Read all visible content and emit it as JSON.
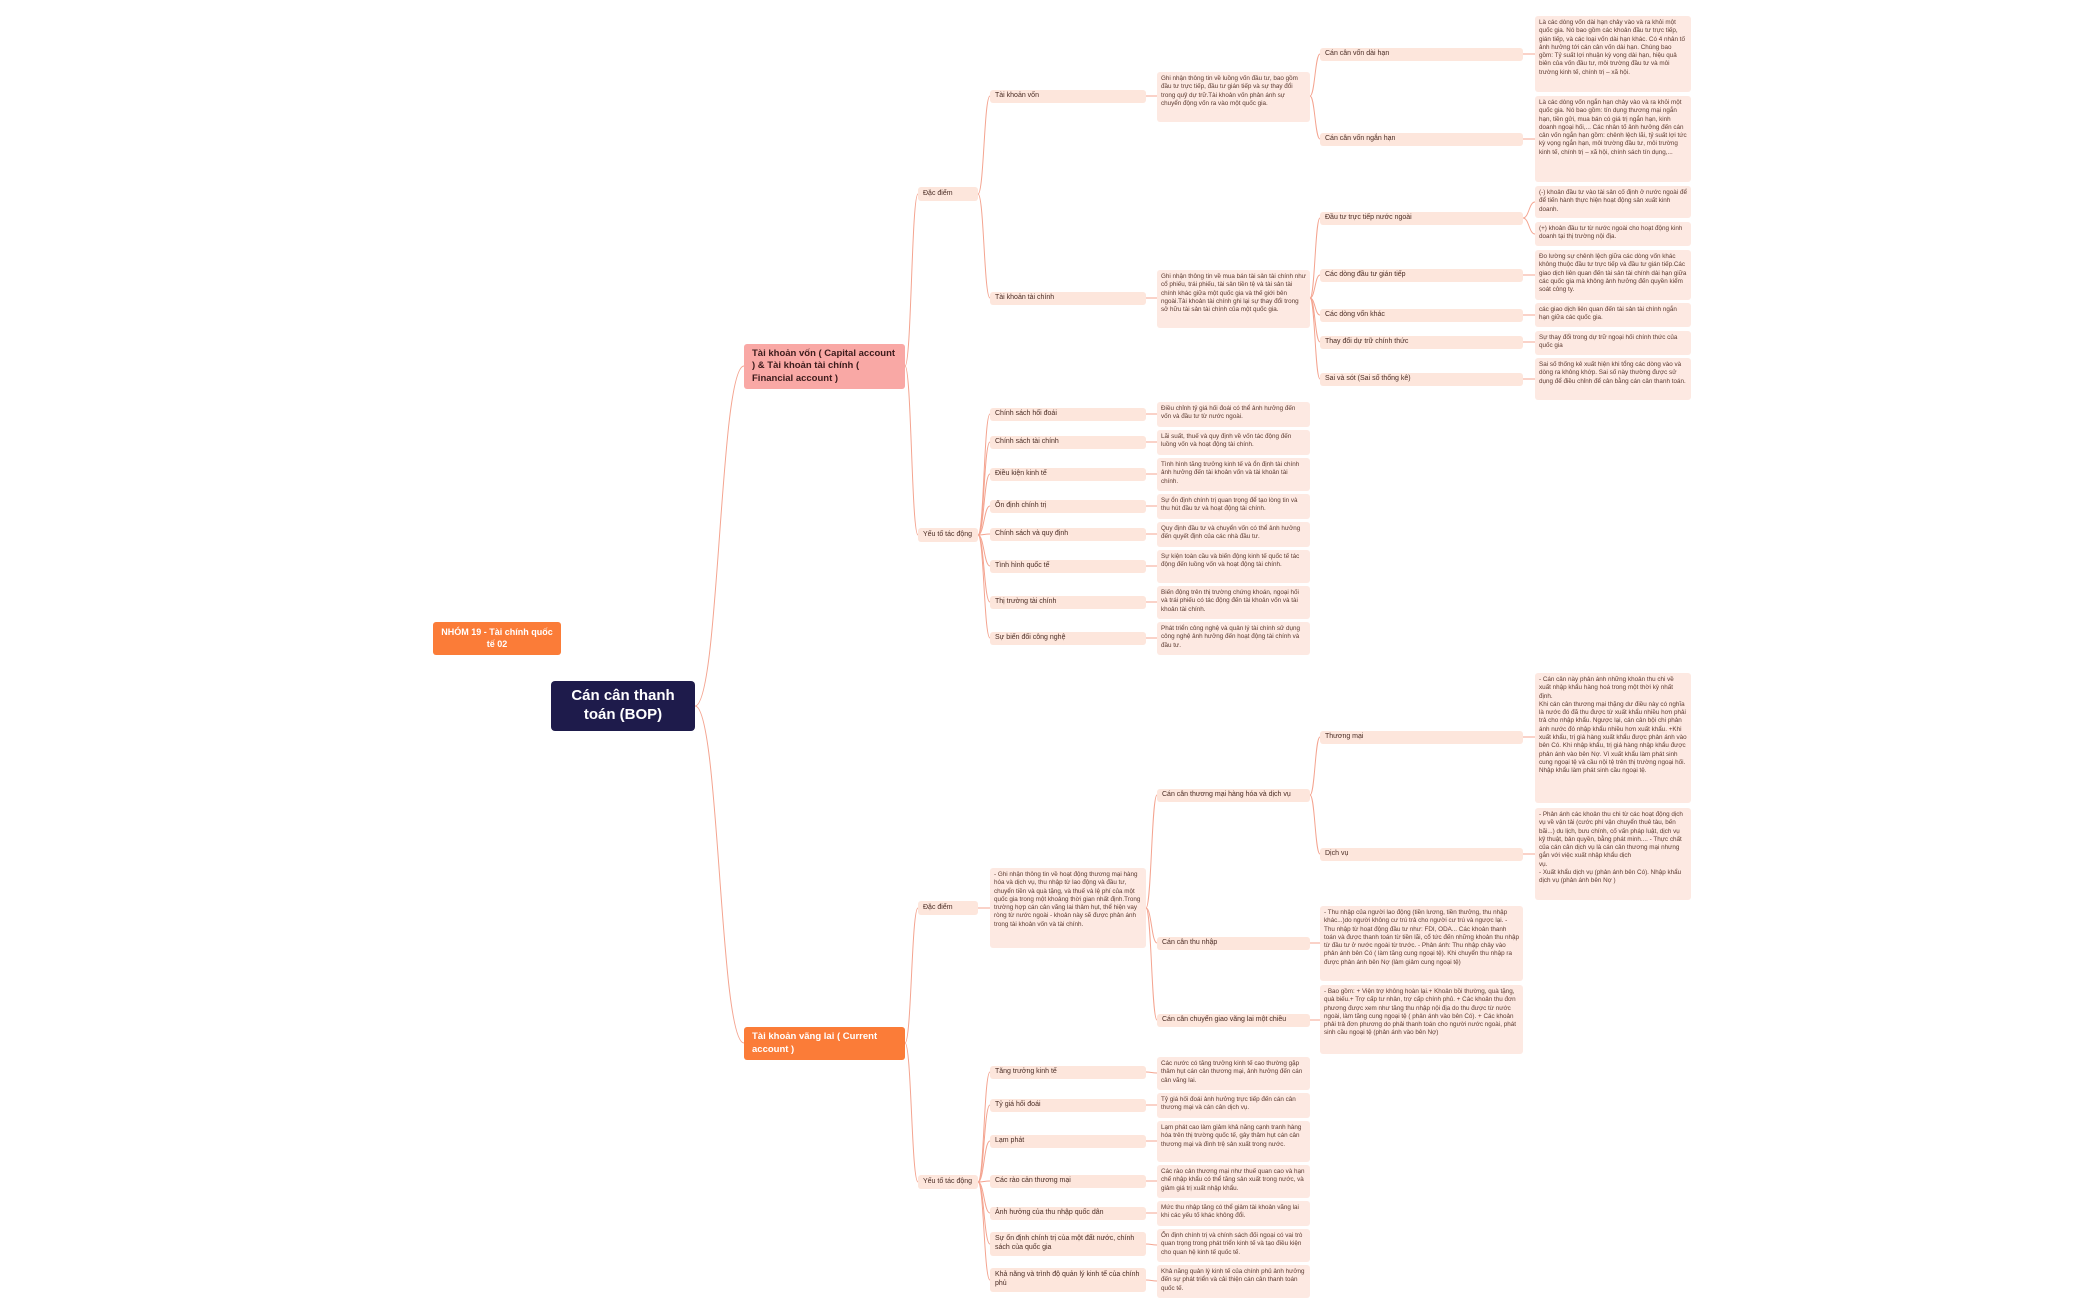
{
  "group_label": "NHÓM 19 - Tài chính quốc tế 02",
  "root_label": "Cán cân thanh toán (BOP)",
  "capital": {
    "title": "Tài khoản vốn ( Capital account ) & Tài khoản tài chính ( Financial account )",
    "dac_diem": "Đặc điểm",
    "tk_von": "Tài khoản vốn",
    "tk_von_desc": " Ghi nhận thông tin về luồng vốn đầu tư, bao gồm đầu tư trực tiếp, đầu tư gián tiếp và sự thay đổi trong quỹ dự trữ.Tài khoản vốn phản ánh sự chuyển động vốn ra vào một quốc gia.",
    "dai_han": "Cán cân vốn dài hạn",
    "dai_han_desc": "Là các dòng vốn dài hạn chảy vào và ra khỏi một quốc gia. Nó bao gồm các khoản đầu tư trực tiếp, gián tiếp, và các loại vốn dài hạn khác. Có 4 nhân tố ảnh hưởng tới cán cân vốn dài hạn. Chúng bao gồm: Tỷ suất lợi nhuận kỳ vọng dài hạn, hiệu quả biên của vốn đầu tư, môi trường đầu tư và môi trường kinh tế, chính trị – xã hội.",
    "ngan_han": "Cán cân vốn ngắn hạn",
    "ngan_han_desc": " Là các dòng vốn ngắn hạn chảy vào và ra khỏi một quốc gia. Nó bao gồm: tín dụng thương mại ngắn hạn, tiền gửi, mua bán có giá trị ngắn hạn, kinh doanh ngoại hối,... Các nhân tố ảnh hưởng đến cán cân vốn ngắn hạn gồm: chênh lệch lãi, tỷ suất lợi tức kỳ vọng ngắn hạn, môi trường đầu tư, môi trường kinh tế, chính trị – xã hội, chính sách tín dụng,...",
    "tk_tai_chinh": "Tài khoản tài chính",
    "tk_tai_chinh_desc": "Ghi nhận thông tin về mua bán tài sản tài chính như cổ phiếu, trái phiếu, tài sản tiền tệ và tài sản tài chính khác giữa một quốc gia và thế giới bên ngoài.Tài khoản tài chính ghi lại sự thay đổi trong sở hữu tài sản tài chính của một quốc gia.",
    "fdi": "Đầu tư trực tiếp nước ngoài",
    "fdi_desc_1": "(-) khoản đầu tư vào tài sản cố định ở nước ngoài để để tiến hành thực hiện hoạt động sản xuất kinh doanh.",
    "fdi_desc_2": "(+) khoản đầu tư từ nước ngoài cho hoạt động kinh doanh tại thị trường nội địa.",
    "gian_tiep": "Các dòng đầu tư gián tiếp",
    "gian_tiep_desc": "Đo lường sự chênh lệch giữa các dòng vốn khác không thuộc đầu tư trực tiếp và đầu tư gián tiếp.Các giao dịch liên quan đến tài sản tài chính dài hạn giữa các quốc gia mà không ảnh hưởng đến quyền kiểm soát công ty.",
    "von_khac": "Các dòng vốn khác",
    "von_khac_desc": "các giao dịch liên quan đến tài sản tài chính ngắn hạn giữa các quốc gia.",
    "du_tru": "Thay đổi dự trữ chính thức",
    "du_tru_desc": "Sự thay đổi trong dự trữ ngoại hối chính thức của quốc gia",
    "sai_so": "Sai và sót (Sai số thống kê)",
    "sai_so_desc": "Sai số thống kê xuất hiện khi tổng các dòng vào và dòng ra không khớp. Sai số này thường được sử dụng để điều chỉnh để cân bằng cán cân thanh toán.",
    "yeu_to": "Yếu tố tác động",
    "factors": [
      {
        "label": "Chính sách hối đoái",
        "desc": "Điều chỉnh tỷ giá hối đoái có thể ảnh hưởng đến vốn và đầu tư từ nước ngoài."
      },
      {
        "label": "Chính sách tài chính",
        "desc": "Lãi suất, thuế và quy định về vốn tác động đến luồng vốn và hoạt động tài chính."
      },
      {
        "label": "Điều kiện kinh tế",
        "desc": "Tình hình tăng trưởng kinh tế và ổn định tài chính ảnh hưởng đến tài khoản vốn và tài khoản tài chính."
      },
      {
        "label": "Ổn định chính trị",
        "desc": "Sự ổn định chính trị quan trọng để tạo lòng tin và thu hút đầu tư và hoạt động tài chính."
      },
      {
        "label": "Chính sách và quy định",
        "desc": "Quy định đầu tư và chuyển vốn có thể ảnh hưởng đến quyết định của các nhà đầu tư."
      },
      {
        "label": "Tình hình quốc tế",
        "desc": "Sự kiện toàn cầu và biến động kinh tế quốc tế tác động đến luồng vốn và hoạt động tài chính."
      },
      {
        "label": "Thị trường tài chính",
        "desc": "Biến động trên thị trường chứng khoán, ngoại hối và trái phiếu có tác động đến tài khoản vốn và tài khoản tài chính."
      },
      {
        "label": "Sự biến đổi công nghệ",
        "desc": "Phát triển công nghệ và quản lý tài chính sử dụng công nghệ ảnh hưởng đến hoạt động tài chính và đầu tư."
      }
    ]
  },
  "current": {
    "title": "Tài khoản vãng lai ( Current account )",
    "dac_diem": "Đặc điểm",
    "dac_diem_desc": "- Ghi nhận thông tin về hoạt động thương mại hàng hóa và dịch vụ, thu nhập từ lao động và đầu tư, chuyển tiền và quà tặng, và thuế và lệ phí của một quốc gia trong một khoảng thời gian nhất định.Trong trường hợp cán cân vãng lai thâm hụt, thể hiện vay ròng từ nước ngoài - khoản này sẽ được phản ánh trong tài khoản vốn và tài chính.",
    "hang_hoa": "Cán cân thương mại hàng hóa và dịch vụ",
    "thuong_mai": "Thương mại",
    "thuong_mai_desc": "- Cán cân này phản ánh những khoản thu chi về xuất nhập khẩu hàng hoá trong một thời kỳ nhất định.\nKhi cán cân thương mại thặng dư điều này có nghĩa là nước đó đã thu được từ xuất khẩu nhiều hơn phải trả cho nhập khẩu. Ngược lại, cán cân bội chi phản ánh nước đó nhập khẩu nhiều hơn xuất khẩu. +Khi xuất khẩu, trị giá hàng xuất khẩu được phản ánh vào bên Có. Khi nhập khẩu, trị giá hàng nhập khẩu được phản ánh vào bên Nợ. Vì xuất khẩu làm phát sinh cung ngoại tệ và cầu nội tệ trên thị trường ngoại hối. Nhập khẩu làm phát sinh cầu ngoại tệ.",
    "dich_vu": "Dịch vụ",
    "dich_vu_desc": "- Phản ánh các khoản thu chi từ các hoạt động dịch vụ về vận tải (cước phí vận chuyển thuê tàu, bến bãi...) du lịch, bưu chính, cố vấn pháp luật, dịch vụ kỹ thuật, bản quyền, bằng phát minh.... - Thực chất của cán cân dịch vụ là cán cân thương mại nhưng gắn với việc xuất nhập khẩu dịch\nvụ.\n- Xuất khẩu dịch vụ (phản ánh bên Có). Nhập khẩu dịch vụ (phản ánh bên Nợ )",
    "thu_nhap": "Cán cân thu nhập",
    "thu_nhap_desc": "- Thu nhập của người lao động (tiền lương, tiền thưởng, thu nhập khác...)do người không cư trú trả cho người cư trú và ngược lại. - Thu nhập từ hoạt động đầu tư như: FDI, ODA... Các khoản thanh toán và được thanh toán từ tiền lãi, cổ tức đến những khoản thu nhập từ đầu tư ở nước ngoài từ trước. - Phản ánh: Thu nhập chảy vào phản ánh bên Có ( làm tăng cung ngoại tệ). Khi chuyển thu nhập ra được phản ánh bên Nợ (làm giảm cung ngoại tệ)",
    "chuyen_giao": "Cán cân chuyển giao vãng lai một chiều",
    "chuyen_giao_desc": "- Bao gồm: + Viện trợ không hoàn lại.+ Khoản bồi thường, quà tặng, quà biếu.+ Trợ cấp tư nhân, trợ cấp chính phủ. + Các khoản thu đơn phương được xem như tăng thu nhập nội địa do thu được từ nước ngoài, làm tăng cung ngoại tệ ( phản ánh vào bên Có). + Các khoản phải trả đơn phương do phải thanh toán cho người nước ngoài, phát sinh cầu ngoại tệ (phản ánh vào bên Nợ)",
    "yeu_to": "Yếu tố tác động",
    "factors": [
      {
        "label": "Tăng trưởng kinh tế",
        "desc": "Các nước có tăng trưởng kinh tế cao thường gặp thâm hụt cán cân thương mại, ảnh hưởng đến cán cân vãng lai."
      },
      {
        "label": "Tỷ giá hối đoái",
        "desc": "Tỷ giá hối đoái ảnh hưởng trực tiếp đến cán cân thương mại và cán cân dịch vụ."
      },
      {
        "label": "Lạm phát",
        "desc": "Lạm phát cao làm giảm khả năng cạnh tranh hàng hóa trên thị trường quốc tế, gây thâm hụt cán cân thương mại và đình trệ sản xuất trong nước."
      },
      {
        "label": "Các rào cản thương mại",
        "desc": "Các rào cản thương mại như thuế quan cao và hạn chế nhập khẩu có thể tăng sản xuất trong nước, và giảm giá trị xuất nhập khẩu."
      },
      {
        "label": "Ảnh hưởng của thu nhập quốc dân",
        "desc": "Mức thu nhập tăng có thể giảm tài khoản vãng lai khi các yếu tố khác không đổi."
      },
      {
        "label": "Sự ổn định chính trị của một đất nước, chính sách của quốc gia",
        "desc": "Ổn định chính trị và chính sách đối ngoại có vai trò quan trọng trong phát triển kinh tế và tạo điều kiện cho quan hệ kinh tế quốc tế."
      },
      {
        "label": "Khả năng và trình độ quản lý kinh tế của chính phủ",
        "desc": "Khả năng quản lý kinh tế của chính phủ ảnh hưởng đến sự phát triển và cải thiện cán cân thanh toán quốc tế."
      }
    ]
  }
}
